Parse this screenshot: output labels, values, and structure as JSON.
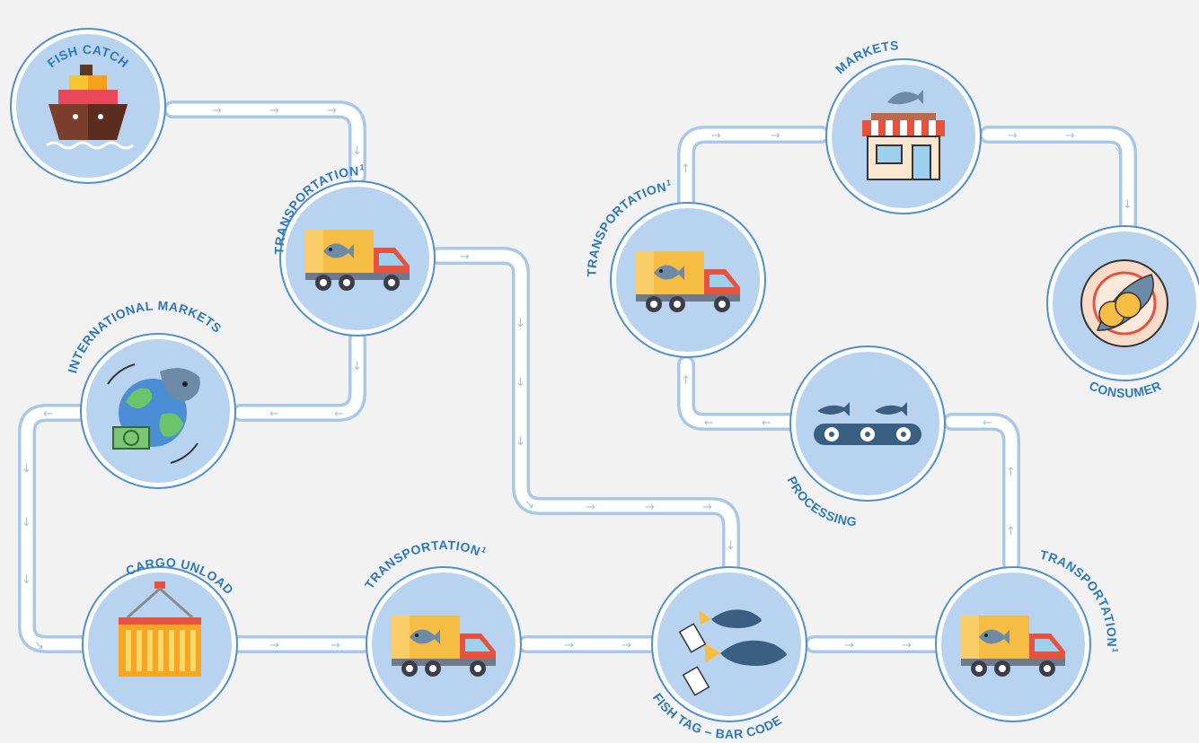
{
  "nodes": {
    "fish_catch": {
      "label": "FISH CATCH",
      "icon": "ship-icon"
    },
    "transport_1": {
      "label": "TRANSPORTATION",
      "sup": "1",
      "icon": "truck-icon"
    },
    "international_markets": {
      "label": "INTERNATIONAL MARKETS",
      "icon": "globe-money-icon"
    },
    "cargo_unload": {
      "label": "CARGO UNLOAD",
      "icon": "cargo-container-icon"
    },
    "transport_2": {
      "label": "TRANSPORTATION",
      "sup": "1",
      "icon": "truck-icon"
    },
    "fish_tag": {
      "label": "FISH TAG – BAR CODE",
      "icon": "tagged-fish-icon"
    },
    "transport_3": {
      "label": "TRANSPORTATION",
      "sup": "1",
      "icon": "truck-icon"
    },
    "processing": {
      "label": "PROCESSING",
      "icon": "conveyor-icon"
    },
    "transport_4": {
      "label": "TRANSPORTATION",
      "sup": "1",
      "icon": "truck-icon"
    },
    "markets": {
      "label": "MARKETS",
      "icon": "market-stall-icon"
    },
    "consumer": {
      "label": "CONSUMER",
      "icon": "fish-plate-icon"
    }
  },
  "colors": {
    "background": "#f2f2f2",
    "circle_fill": "#b8d3ef",
    "circle_ring": "#4f8fcd",
    "path": "#ffffff",
    "path_edge": "#a9c8e8",
    "label": "#2e79bd"
  }
}
